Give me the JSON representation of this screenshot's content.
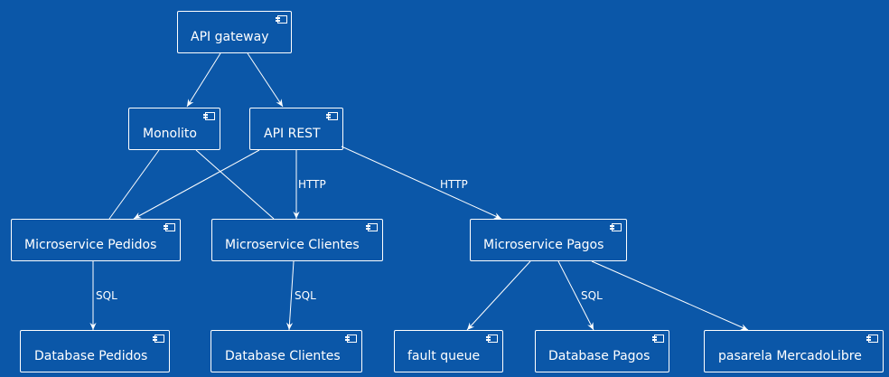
{
  "colors": {
    "background": "#0b57a8",
    "stroke": "#ffffff",
    "text": "#ffffff"
  },
  "nodes": {
    "api_gateway": "API gateway",
    "monolito": "Monolito",
    "api_rest": "API REST",
    "ms_pedidos": "Microservice Pedidos",
    "ms_clientes": "Microservice Clientes",
    "ms_pagos": "Microservice Pagos",
    "db_pedidos": "Database Pedidos",
    "db_clientes": "Database Clientes",
    "fault_queue": "fault queue",
    "db_pagos": "Database Pagos",
    "pasarela": "pasarela MercadoLibre"
  },
  "edge_labels": {
    "rest_clientes": "HTTP",
    "rest_pagos": "HTTP",
    "pedidos_db": "SQL",
    "clientes_db": "SQL",
    "pagos_db": "SQL"
  },
  "icons": {
    "component": "component-icon"
  }
}
